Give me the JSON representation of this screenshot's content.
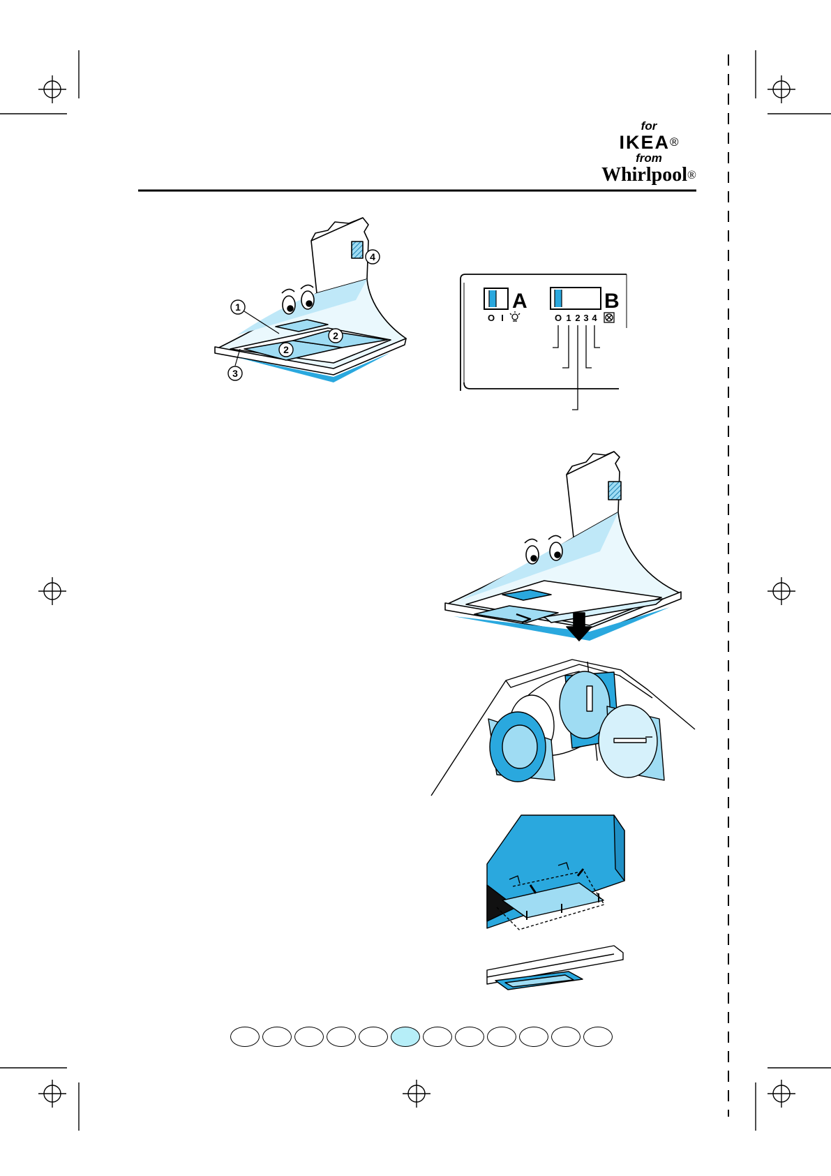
{
  "brand": {
    "for_text": "for",
    "ikea_text": "IKEA",
    "from_text": "from",
    "whirlpool_text": "Whirlpool",
    "registered_mark": "®"
  },
  "figure1": {
    "callouts": [
      "1",
      "2",
      "2",
      "3",
      "4"
    ]
  },
  "control_panel": {
    "switch_a_label": "A",
    "switch_a_positions": [
      "O",
      "I"
    ],
    "switch_a_icon": "light-bulb-icon",
    "switch_b_label": "B",
    "switch_b_positions": [
      "O",
      "1",
      "2",
      "3",
      "4"
    ],
    "switch_b_icon": "fan-icon"
  },
  "pager": {
    "count": 12,
    "active_index": 5
  },
  "colors": {
    "accent_blue": "#2aa8de",
    "light_blue": "#9fdcf3",
    "pale_blue": "#d6f1fb",
    "active_page": "#b6eef8"
  }
}
